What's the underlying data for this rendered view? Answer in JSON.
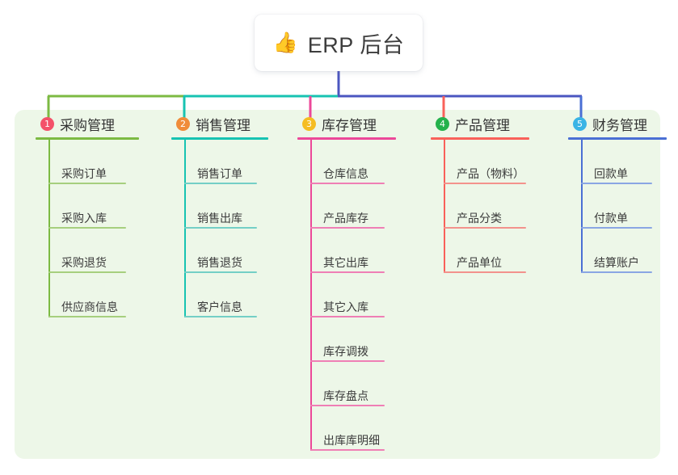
{
  "root": {
    "icon": "thumbs-up-icon",
    "emoji": "👍",
    "title": "ERP 后台"
  },
  "palette": {
    "panel_bg": "#edf7e8",
    "page_bg": "#ffffff",
    "trunk": "#4b56c0",
    "text": "#3b3b3b"
  },
  "columns": [
    {
      "index": "1",
      "title": "采购管理",
      "badge_color": "#f4526a",
      "line_color": "#7cba43",
      "item_line_color": "#a6cf7e",
      "items": [
        {
          "label": "采购订单"
        },
        {
          "label": "采购入库"
        },
        {
          "label": "采购退货"
        },
        {
          "label": "供应商信息"
        }
      ]
    },
    {
      "index": "2",
      "title": "销售管理",
      "badge_color": "#f08c3a",
      "line_color": "#17c3b2",
      "item_line_color": "#74cfc6",
      "items": [
        {
          "label": "销售订单"
        },
        {
          "label": "销售出库"
        },
        {
          "label": "销售退货"
        },
        {
          "label": "客户信息"
        }
      ]
    },
    {
      "index": "3",
      "title": "库存管理",
      "badge_color": "#f5bd22",
      "line_color": "#ec4899",
      "item_line_color": "#ef7fb5",
      "items": [
        {
          "label": "仓库信息"
        },
        {
          "label": "产品库存"
        },
        {
          "label": "其它出库"
        },
        {
          "label": "其它入库"
        },
        {
          "label": "库存调拨"
        },
        {
          "label": "库存盘点"
        },
        {
          "label": "出库库明细"
        }
      ]
    },
    {
      "index": "4",
      "title": "产品管理",
      "badge_color": "#24b24c",
      "line_color": "#f9615a",
      "item_line_color": "#f3928c",
      "items": [
        {
          "label": "产品（物料）"
        },
        {
          "label": "产品分类"
        },
        {
          "label": "产品单位"
        }
      ]
    },
    {
      "index": "5",
      "title": "财务管理",
      "badge_color": "#3bb4e5",
      "line_color": "#4a6fd4",
      "item_line_color": "#8aa6e3",
      "items": [
        {
          "label": "回款单"
        },
        {
          "label": "付款单"
        },
        {
          "label": "结算账户"
        }
      ]
    }
  ],
  "connector": {
    "segments": [
      {
        "name": "bus-left-green",
        "color": "#7cba43"
      },
      {
        "name": "bus-mid-teal",
        "color": "#17c3b2"
      },
      {
        "name": "bus-right-blue",
        "color": "#4b56c0"
      }
    ]
  }
}
